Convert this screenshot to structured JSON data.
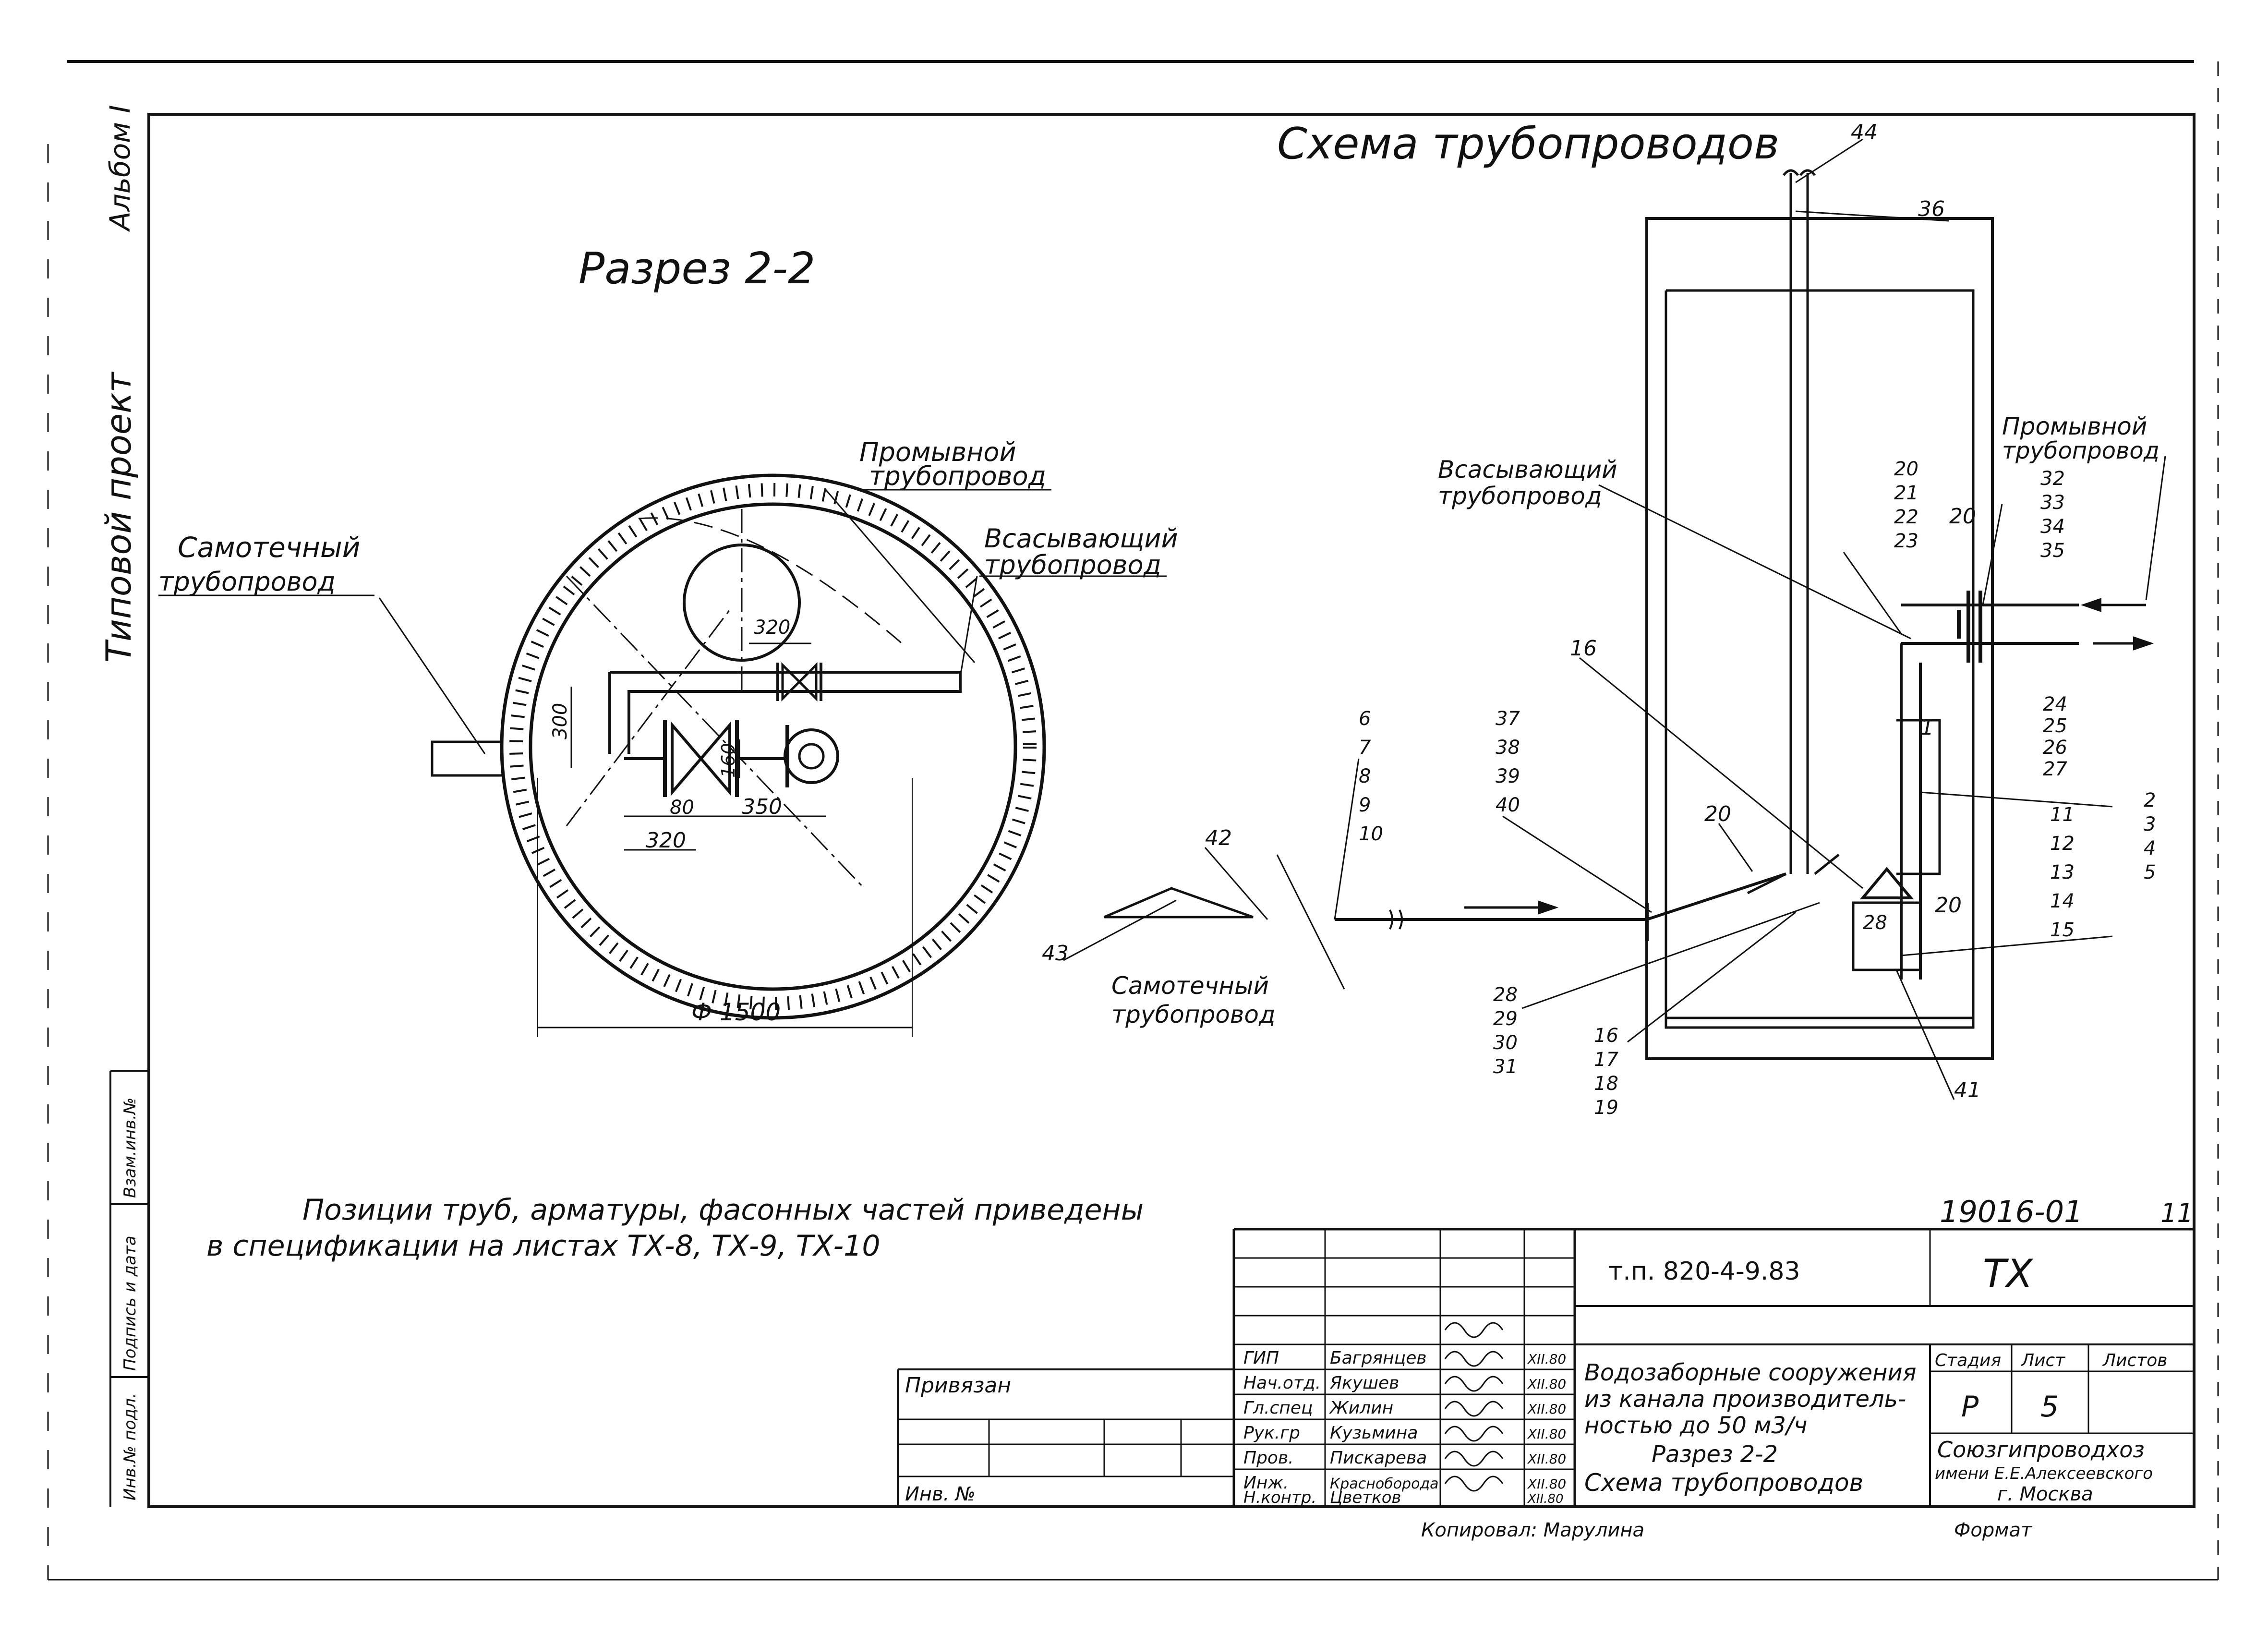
{
  "sheet": {
    "side_album": "Альбом I",
    "side_project": "Типовой проект",
    "side_boxes": [
      "Инв.№ подл.",
      "Подпись и дата",
      "Взам.инв.№"
    ]
  },
  "titles": {
    "section": "Разрез 2-2",
    "scheme": "Схема трубопроводов"
  },
  "section_view": {
    "labels": {
      "gravity_1": "Самотечный",
      "gravity_2": "трубопровод",
      "flush_1": "Промывной",
      "flush_2": "трубопровод",
      "suction_1": "Всасывающий",
      "suction_2": "трубопровод"
    },
    "dims": {
      "d320_top": "320",
      "d300": "300",
      "d160": "160",
      "d80": "80",
      "d350": "350",
      "d320_bottom": "320",
      "diameter": "Ф 1500"
    }
  },
  "scheme_view": {
    "labels": {
      "suction_1": "Всасывающий",
      "suction_2": "трубопровод",
      "flush_1": "Промывной",
      "flush_2": "трубопровод",
      "gravity_1": "Самотечный",
      "gravity_2": "трубопровод"
    },
    "pos": {
      "p44": "44",
      "p36": "36",
      "p16a": "16",
      "p42": "42",
      "p43": "43",
      "p20a": "20",
      "p20b": "20",
      "p20c": "20",
      "p28": "28",
      "p1": "1",
      "p41": "41"
    },
    "stacks": {
      "s6": [
        "6",
        "7",
        "8",
        "9",
        "10"
      ],
      "s37": [
        "37",
        "38",
        "39",
        "40"
      ],
      "s20": [
        "20",
        "21",
        "22",
        "23"
      ],
      "s32": [
        "32",
        "33",
        "34",
        "35"
      ],
      "s24": [
        "24",
        "25",
        "26",
        "27"
      ],
      "s2": [
        "2",
        "3",
        "4",
        "5"
      ],
      "s11": [
        "11",
        "12",
        "13",
        "14",
        "15"
      ],
      "s28": [
        "28",
        "29",
        "30",
        "31"
      ],
      "s16": [
        "16",
        "17",
        "18",
        "19"
      ]
    }
  },
  "note": {
    "line1": "Позиции труб, арматуры, фасонных частей приведены",
    "line2": "в спецификации на листах ТХ-8, ТХ-9, ТХ-10"
  },
  "stamp": {
    "doc_number": "19016-01",
    "sheet_num_corner": "11",
    "project_code": "т.п. 820-4-9.83",
    "mark": "ТХ",
    "bound": "Привязан",
    "inv": "Инв. №",
    "roles": [
      "ГИП",
      "Нач.отд.",
      "Гл.спец",
      "Рук.гр",
      "Пров.",
      "Инж.",
      "Н.контр."
    ],
    "names": [
      "Багрянцев",
      "Якушев",
      "Жилин",
      "Кузьмина",
      "Пискарева",
      "Красноборода",
      "Цветков"
    ],
    "dates": [
      "XII.80",
      "XII.80",
      "XII.80",
      "XII.80",
      "XII.80",
      "XII.80",
      "XII.80"
    ],
    "title_1": "Водозаборные сооружения",
    "title_2": "из канала производитель-",
    "title_3": "ностью до 50 м3/ч",
    "sub_1": "Разрез 2-2",
    "sub_2": "Схема трубопроводов",
    "stage_h": "Стадия",
    "sheet_h": "Лист",
    "sheets_h": "Листов",
    "stage_v": "Р",
    "sheet_v": "5",
    "org_1": "Союзгипроводхоз",
    "org_2": "имени Е.Е.Алексеевского",
    "org_3": "г. Москва",
    "copied": "Копировал: Марулина",
    "format": "Формат"
  }
}
